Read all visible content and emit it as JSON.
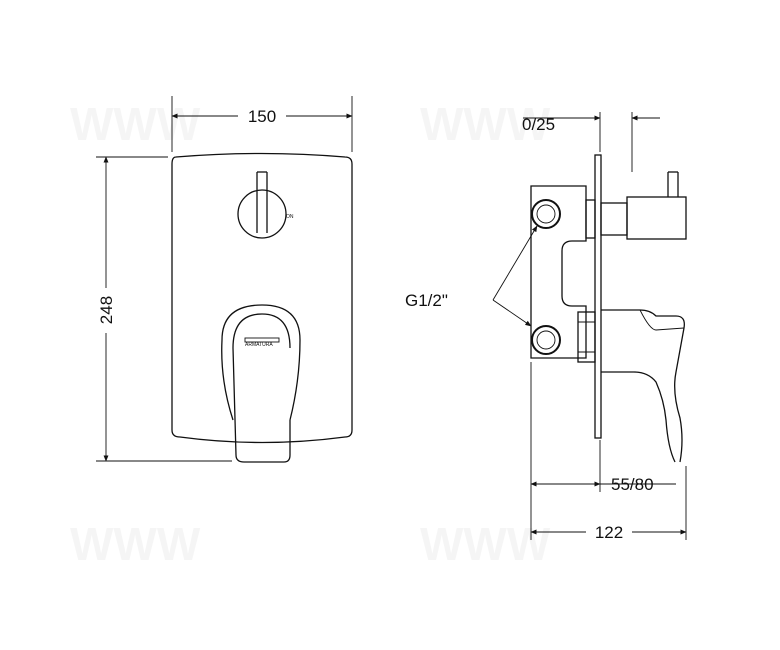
{
  "front_view": {
    "width_label": "150",
    "height_label": "248",
    "knob_marking": "ON",
    "lever_marking": "ARMATURA"
  },
  "side_view": {
    "offset_label": "0/25",
    "thread_label": "G1/2\"",
    "depth_label": "55/80",
    "total_depth_label": "122"
  },
  "colors": {
    "line": "#111111",
    "background": "#ffffff"
  }
}
